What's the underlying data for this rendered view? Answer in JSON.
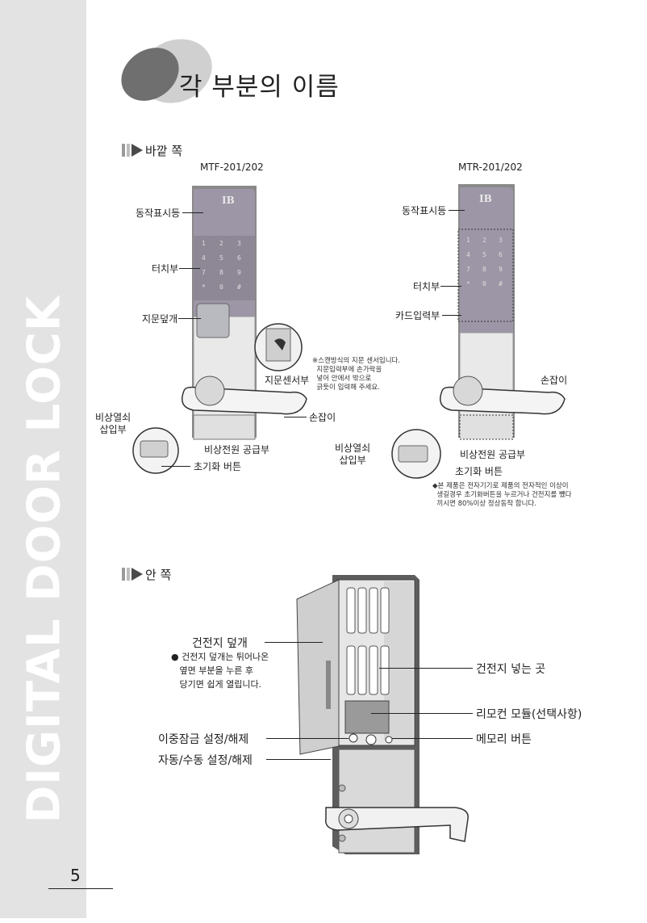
{
  "sidebar": {
    "title": "DIGITAL DOOR LOCK"
  },
  "header": {
    "title": "각 부분의 이름"
  },
  "outside": {
    "heading": "바깥 쪽",
    "left_model": "MTF-201/202",
    "right_model": "MTR-201/202",
    "left_labels": {
      "indicator": "동작표시등",
      "touch": "터치부",
      "fp_cover": "지문덮개",
      "fp_sensor": "지문센서부",
      "handle": "손잡이",
      "key_slot": "비상열쇠\n삽입부",
      "emergency_power": "비상전원 공급부",
      "reset": "초기화 버튼"
    },
    "fp_note": "※스캔방식의 지문 센서입니다.\n  지문입력부에 손가락을\n  넣어 안에서 밖으로\n  긁듯이 입력해 주세요.",
    "right_labels": {
      "indicator": "동작표시등",
      "touch": "터치부",
      "card": "카드입력부",
      "handle": "손잡이",
      "key_slot": "비상열쇠\n삽입부",
      "emergency_power": "비상전원 공급부",
      "reset": "초기화 버튼"
    },
    "reset_note": "◆본 제품은 전자기기로 제품의 전자적인 이상이\n  생길경우 초기화버튼을 누르거나 건전지를 뺐다\n  끼시면 80%이상 정상동작 합니다."
  },
  "inside": {
    "heading": "안 쪽",
    "labels": {
      "battery_cover": "건전지 덮개",
      "battery_place": "건전지 넣는 곳",
      "remote_module": "리모컨 모듈(선택사항)",
      "double_lock": "이중잠금 설정/해제",
      "memory": "메모리 버튼",
      "auto_manual": "자동/수동 설정/해제"
    },
    "cover_note": "● 건전지 덮개는 튀어나온\n   옆면 부분을 누른 후\n   당기면 쉽게 열립니다."
  },
  "device": {
    "brand": "IB",
    "keys": [
      "1",
      "2",
      "3",
      "4",
      "5",
      "6",
      "7",
      "8",
      "9",
      "*",
      "0",
      "#"
    ]
  },
  "footer": {
    "page_number": "5"
  }
}
